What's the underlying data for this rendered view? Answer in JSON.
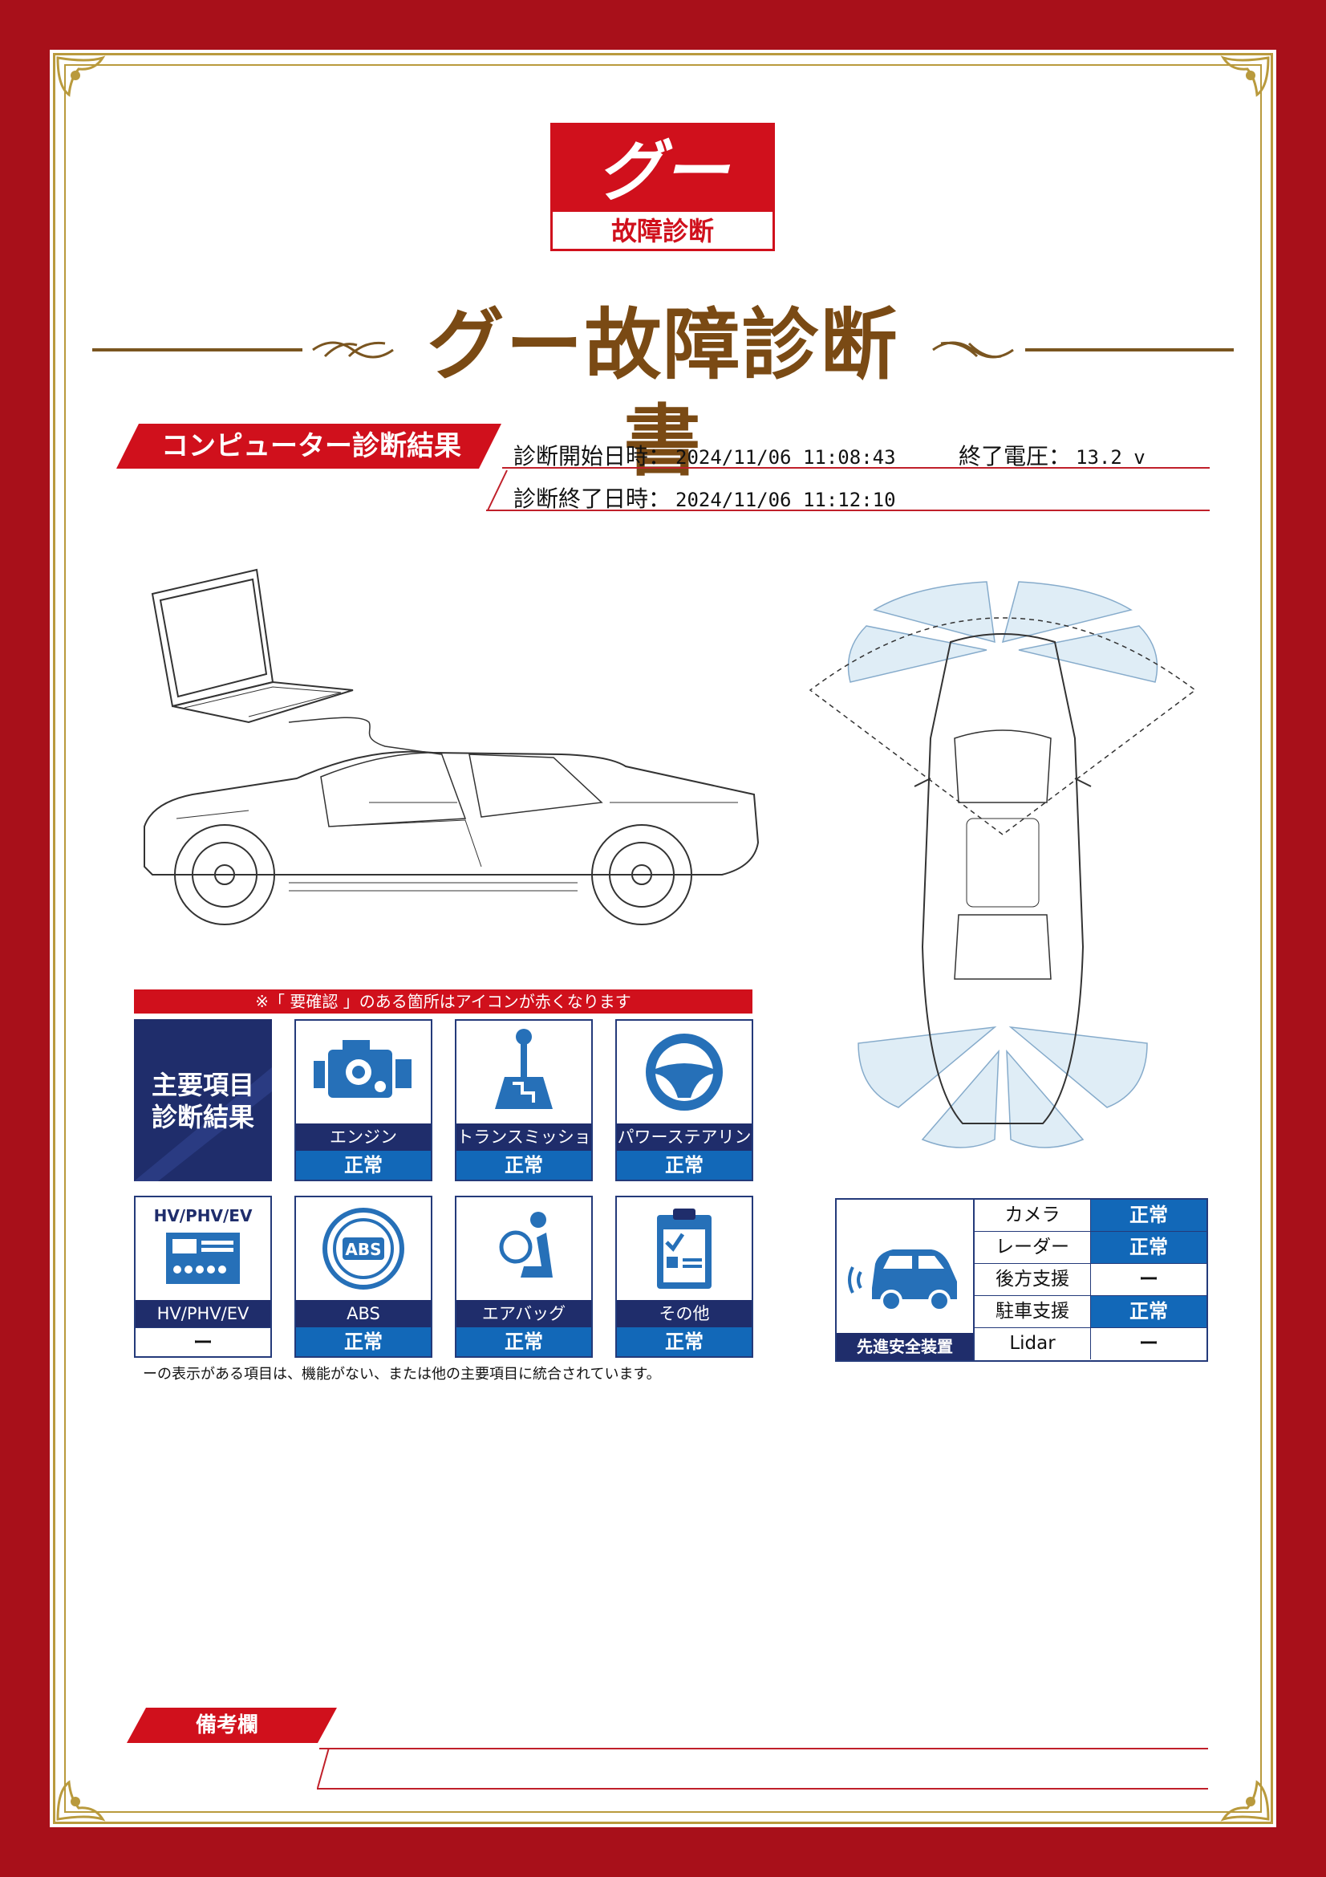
{
  "logo": {
    "mark": "グー",
    "subtitle": "故障診断"
  },
  "title": "グー故障診断書",
  "section": {
    "label": "コンピューター診断結果",
    "start_label": "診断開始日時：",
    "start_value": "2024/11/06 11:08:43",
    "end_label": "診断終了日時：",
    "end_value": "2024/11/06 11:12:10",
    "voltage_label": "終了電圧：",
    "voltage_value": "13.2 v"
  },
  "notice": "※「 要確認 」のある箇所はアイコンが赤くなります",
  "main_items": {
    "line1": "主要項目",
    "line2": "診断結果"
  },
  "cards": [
    {
      "icon": "engine-icon",
      "name": "エンジン",
      "status": "正常"
    },
    {
      "icon": "transmission-icon",
      "name": "トランスミッション",
      "status": "正常"
    },
    {
      "icon": "steering-wheel-icon",
      "name": "パワーステアリング",
      "status": "正常"
    },
    {
      "icon": "battery-icon",
      "badge": "HV/PHV/EV",
      "name": "HV/PHV/EV",
      "status": "ー"
    },
    {
      "icon": "abs-icon",
      "badge": "ABS",
      "name": "ABS",
      "status": "正常"
    },
    {
      "icon": "airbag-icon",
      "name": "エアバッグ",
      "status": "正常"
    },
    {
      "icon": "clipboard-icon",
      "name": "その他",
      "status": "正常"
    }
  ],
  "footnote": "ーの表示がある項目は、機能がない、または他の主要項目に統合されています。",
  "adas": {
    "label": "先進安全装置",
    "rows": [
      {
        "name": "カメラ",
        "status": "正常"
      },
      {
        "name": "レーダー",
        "status": "正常"
      },
      {
        "name": "後方支援",
        "status": "ー"
      },
      {
        "name": "駐車支援",
        "status": "正常"
      },
      {
        "name": "Lidar",
        "status": "ー"
      }
    ]
  },
  "remarks": {
    "label": "備考欄",
    "text": ""
  },
  "colors": {
    "red": "#d0101c",
    "navy": "#1f2d6b",
    "blue": "#1268b8",
    "gold": "#b99a3d",
    "brown": "#7a4a14"
  }
}
